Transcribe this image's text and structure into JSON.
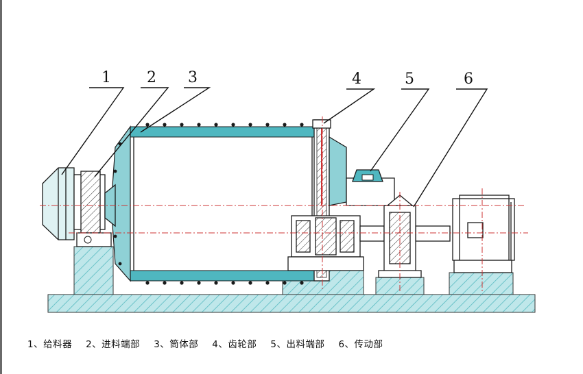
{
  "callouts": [
    {
      "num": "1"
    },
    {
      "num": "2"
    },
    {
      "num": "3"
    },
    {
      "num": "4"
    },
    {
      "num": "5"
    },
    {
      "num": "6"
    }
  ],
  "legend": [
    {
      "text": "1、给料器"
    },
    {
      "text": "2、进料端部"
    },
    {
      "text": "3、筒体部"
    },
    {
      "text": "4、齿轮部"
    },
    {
      "text": "5、出料端部"
    },
    {
      "text": "6、传动部"
    }
  ],
  "colors": {
    "foundation_hatch": "#9ed8dc",
    "shell_liner": "#4fb7c0",
    "centerline": "#cc3333",
    "outline": "#1a1a1a"
  }
}
